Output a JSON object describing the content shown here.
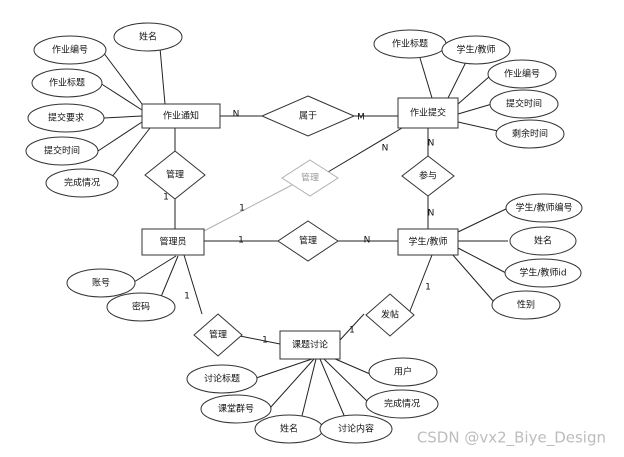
{
  "entities": {
    "homework_notice": "作业通知",
    "homework_submit": "作业提交",
    "admin": "管理员",
    "student_teacher": "学生/教师",
    "topic_discussion": "课题讨论"
  },
  "relationships": {
    "belongs": "属于",
    "manage_notice": "管理",
    "manage_submit": "管理",
    "manage_user": "管理",
    "participate": "参与",
    "manage_topic": "管理",
    "post": "发帖"
  },
  "attributes": {
    "notice_name": "姓名",
    "notice_no": "作业编号",
    "notice_title": "作业标题",
    "notice_req": "提交要求",
    "notice_time": "提交时间",
    "notice_status": "完成情况",
    "submit_title": "作业标题",
    "submit_user": "学生/教师",
    "submit_no": "作业编号",
    "submit_time": "提交时间",
    "submit_remain": "剩余时间",
    "user_no": "学生/教师编号",
    "user_name": "姓名",
    "user_id": "学生/教师id",
    "user_gender": "性别",
    "admin_account": "账号",
    "admin_password": "密码",
    "topic_title": "讨论标题",
    "topic_user": "用户",
    "topic_class": "课堂群号",
    "topic_status": "完成情况",
    "topic_name": "姓名",
    "topic_content": "讨论内容"
  },
  "cardinalities": {
    "notice_belongs": "N",
    "belongs_submit": "M",
    "admin_mgr_notice": "1",
    "admin_mgr_submit": "1",
    "mgr_submit_submit": "N",
    "admin_mgr_user": "1",
    "mgr_user_user": "N",
    "submit_participate": "N",
    "participate_user": "N",
    "admin_mgr_topic": "1",
    "mgr_topic_topic": "1",
    "topic_post": "1",
    "post_user": "1"
  },
  "watermark": "CSDN @vx2_Biye_Design",
  "colors": {
    "line": "#222222",
    "faded": "#b0b0b0",
    "watermark": "#bdbdbd"
  }
}
